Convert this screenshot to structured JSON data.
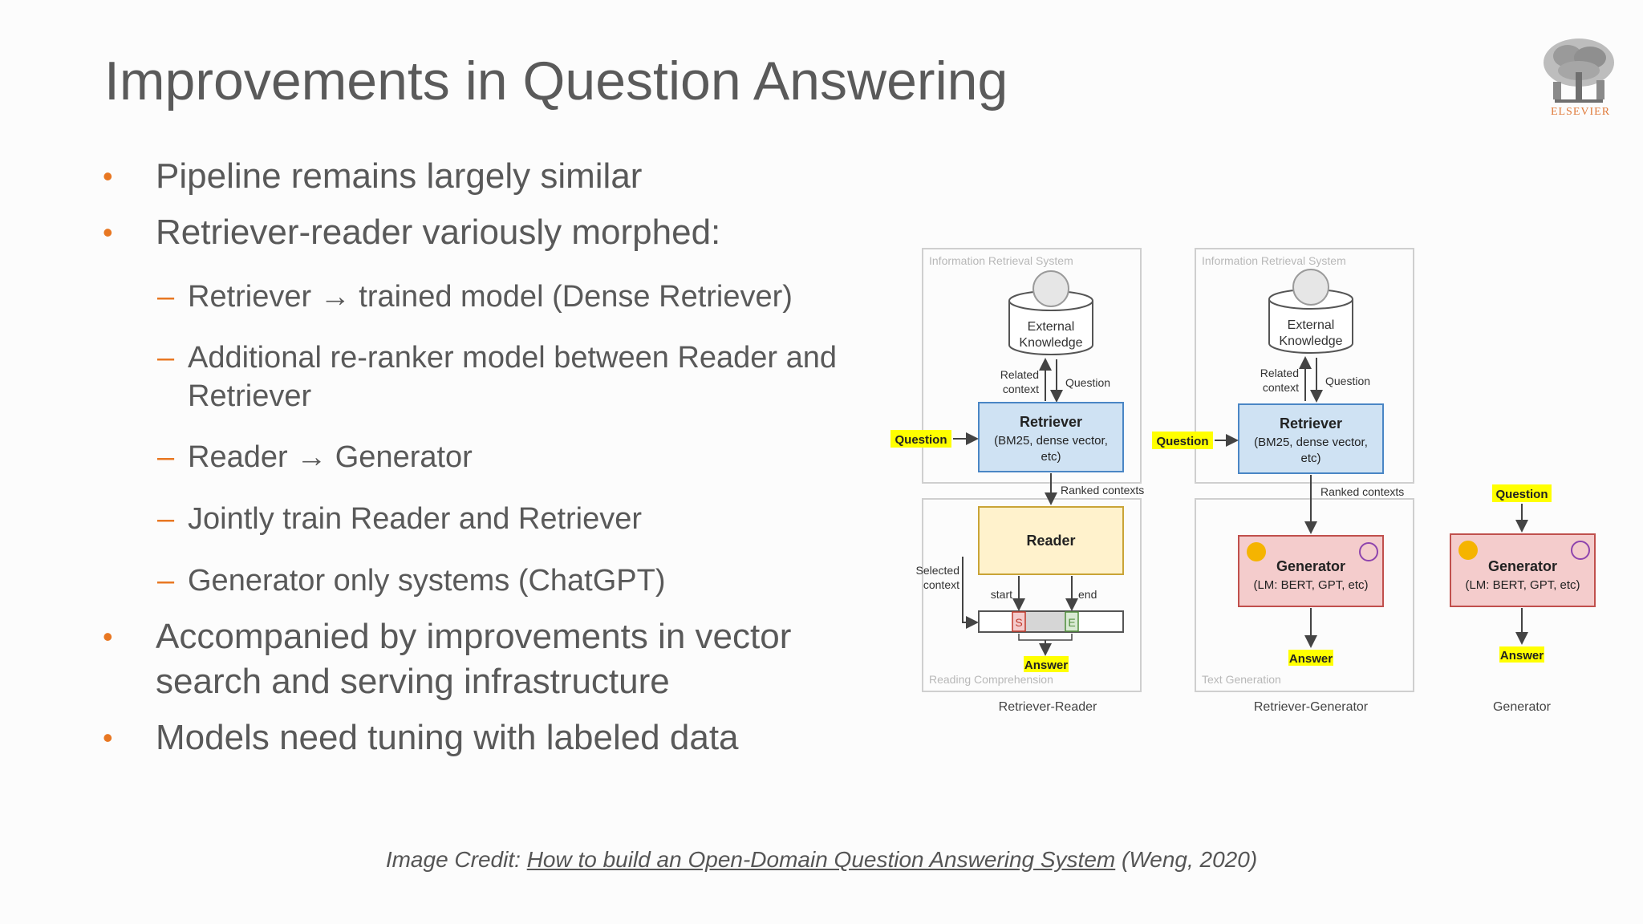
{
  "title": "Improvements in Question Answering",
  "logo": {
    "text": "ELSEVIER",
    "icon": "elsevier-tree-logo"
  },
  "bullets": [
    {
      "text": "Pipeline remains largely similar"
    },
    {
      "text": "Retriever-reader variously morphed:",
      "sub": [
        {
          "line1": "Retriever → trained model (Dense Retriever)"
        },
        {
          "line1": "Additional re-ranker model between Reader and",
          "line2": "Retriever"
        },
        {
          "line1": "Reader → Generator"
        },
        {
          "line1": "Jointly train Reader and Retriever"
        },
        {
          "line1": "Generator only systems (ChatGPT)"
        }
      ]
    },
    {
      "line1": "Accompanied by improvements in vector",
      "line2": "search and serving infrastructure"
    },
    {
      "text": "Models need tuning with labeled data"
    }
  ],
  "bullet_marker": "•",
  "sub_marker": "–",
  "credit": {
    "prefix": "Image Credit: ",
    "link": "How to build an Open-Domain Question Answering System",
    "suffix": " (Weng, 2020)"
  },
  "diagram": {
    "panel1": {
      "irs_label": "Information Retrieval System",
      "ek_line1": "External",
      "ek_line2": "Knowledge",
      "related_line1": "Related",
      "related_line2": "context",
      "question_side": "Question",
      "question_input": "Question",
      "retriever_title": "Retriever",
      "retriever_line1": "(BM25, dense vector,",
      "retriever_line2": "etc)",
      "ranked": "Ranked contexts",
      "reader": "Reader",
      "selected_line1": "Selected",
      "selected_line2": "context",
      "start": "start",
      "end": "end",
      "s": "S",
      "e": "E",
      "answer": "Answer",
      "rc_label": "Reading Comprehension",
      "caption": "Retriever-Reader"
    },
    "panel2": {
      "irs_label": "Information Retrieval System",
      "ek_line1": "External",
      "ek_line2": "Knowledge",
      "related_line1": "Related",
      "related_line2": "context",
      "question_side": "Question",
      "question_input": "Question",
      "retriever_title": "Retriever",
      "retriever_line1": "(BM25, dense vector,",
      "retriever_line2": "etc)",
      "ranked": "Ranked contexts",
      "gen_title": "Generator",
      "gen_sub": "(LM: BERT, GPT, etc)",
      "answer": "Answer",
      "tg_label": "Text Generation",
      "caption": "Retriever-Generator"
    },
    "panel3": {
      "question": "Question",
      "gen_title": "Generator",
      "gen_sub": "(LM: BERT, GPT, etc)",
      "answer": "Answer",
      "caption": "Generator"
    },
    "colors": {
      "retriever": "#cfe2f3",
      "reader": "#fff2cc",
      "generator": "#f4cccc",
      "highlight": "#ffff00",
      "accent": "#e87722"
    }
  }
}
